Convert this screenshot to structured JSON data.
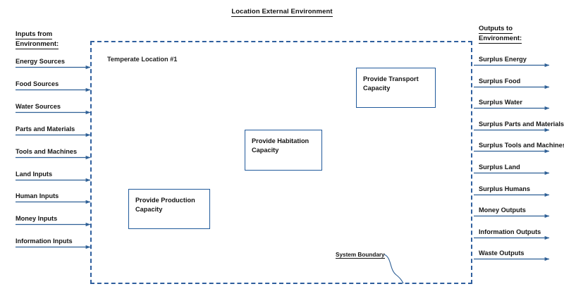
{
  "title": "Location External Environment",
  "zone": {
    "label": "Temperate Location #1"
  },
  "boundary": {
    "note": "System Boundary",
    "style": "dashed",
    "color": "#2f5f9e"
  },
  "inputs": {
    "header_line1": "Inputs from",
    "header_line2": "Environment:",
    "items": [
      {
        "label": "Energy Sources"
      },
      {
        "label": "Food Sources"
      },
      {
        "label": "Water Sources"
      },
      {
        "label": "Parts and Materials"
      },
      {
        "label": "Tools and Machines"
      },
      {
        "label": "Land Inputs"
      },
      {
        "label": "Human Inputs"
      },
      {
        "label": "Money Inputs"
      },
      {
        "label": "Information Inputs"
      }
    ]
  },
  "outputs": {
    "header_line1": "Outputs to",
    "header_line2": "Environment:",
    "items": [
      {
        "label": "Surplus Energy"
      },
      {
        "label": "Surplus Food"
      },
      {
        "label": "Surplus Water"
      },
      {
        "label": "Surplus Parts and Materials"
      },
      {
        "label": "Surplus Tools and Machines"
      },
      {
        "label": "Surplus Land"
      },
      {
        "label": "Surplus Humans"
      },
      {
        "label": "Money Outputs"
      },
      {
        "label": "Information Outputs"
      },
      {
        "label": "Waste Outputs"
      }
    ]
  },
  "capabilities": [
    {
      "id": "transport",
      "label": "Provide Transport\nCapacity"
    },
    {
      "id": "habitation",
      "label": "Provide Habitation\nCapacity"
    },
    {
      "id": "production",
      "label": "Provide Production\nCapacity"
    }
  ],
  "colors": {
    "boundary": "#2f5f9e",
    "arrow": "#2f6096",
    "box_border": "#215a9b",
    "text": "#151515",
    "background": "#ffffff"
  }
}
